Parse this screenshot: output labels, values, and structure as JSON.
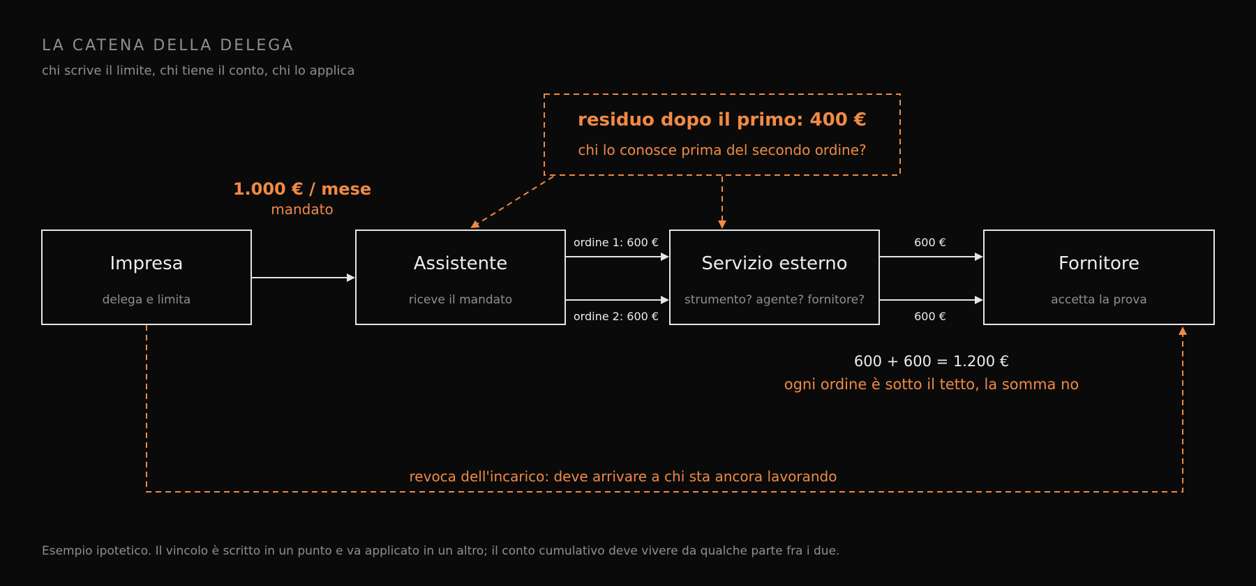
{
  "header": {
    "title": "LA CATENA DELLA DELEGA",
    "subtitle": "chi scrive il limite, chi tiene il conto, chi lo applica"
  },
  "nodes": {
    "impresa": {
      "title": "Impresa",
      "sub": "delega e limita"
    },
    "assistente": {
      "title": "Assistente",
      "sub": "riceve il mandato"
    },
    "servizio": {
      "title": "Servizio esterno",
      "sub": "strumento? agente? fornitore?"
    },
    "fornitore": {
      "title": "Fornitore",
      "sub": "accetta la prova"
    }
  },
  "mandate": {
    "amount": "1.000 € / mese",
    "label": "mandato"
  },
  "orders": {
    "order1": "ordine 1: 600 €",
    "order2": "ordine 2: 600 €",
    "out1": "600 €",
    "out2": "600 €"
  },
  "residual": {
    "title": "residuo dopo il primo: 400 €",
    "question": "chi lo conosce prima del secondo ordine?"
  },
  "sum": {
    "equation": "600 + 600 = 1.200 €",
    "note": "ogni ordine è sotto il tetto, la somma no"
  },
  "revocation": "revoca dell'incarico: deve arrivare a chi sta ancora lavorando",
  "footer": "Esempio ipotetico. Il vincolo è scritto in un punto e va applicato in un altro; il conto cumulativo deve vivere da qualche parte fra i due.",
  "colors": {
    "background": "#0a0a0a",
    "accent": "#f08a45",
    "box_stroke": "#e6e6e6",
    "text_primary": "#ececec",
    "text_muted": "#8f8f8f"
  }
}
